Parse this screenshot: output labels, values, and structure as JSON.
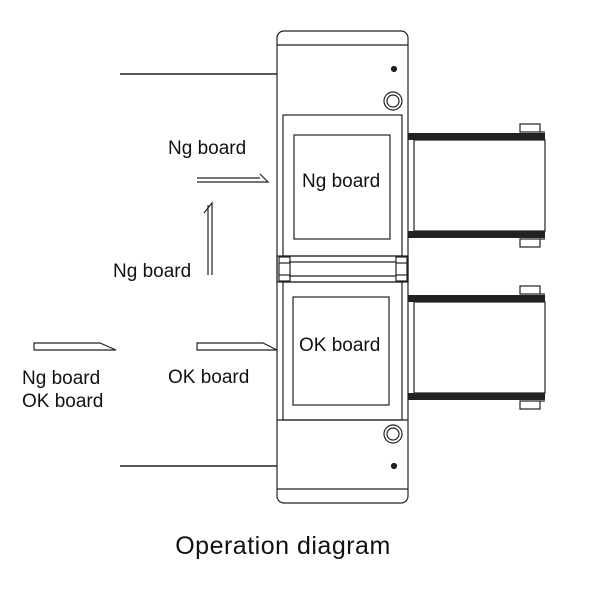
{
  "labels": {
    "ng_top": "Ng board",
    "ng_mid": "Ng board",
    "ng_left": "Ng board",
    "ok_left": "OK board",
    "ok_mid": "OK board",
    "ng_inner": "Ng board",
    "ok_inner": "OK board"
  },
  "caption": "Operation diagram",
  "colors": {
    "line": "#222222",
    "background": "#ffffff"
  }
}
